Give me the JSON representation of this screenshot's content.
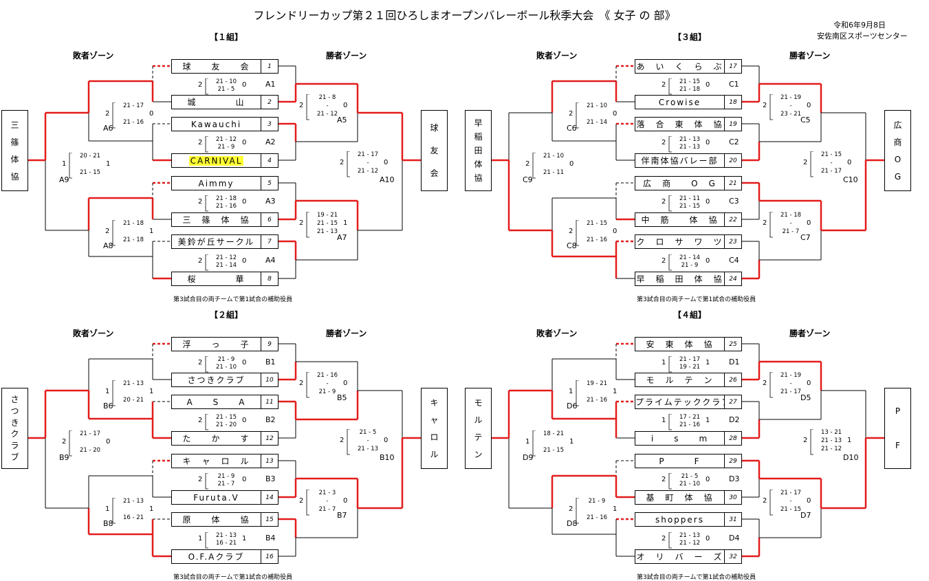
{
  "title": "フレンドリーカップ第２１回ひろしまオープンバレーボール秋季大会　《 女子 の 部》",
  "date": "令和6年9月8日",
  "venue": "安佐南区スポーツセンター",
  "zone_loser": "敗者ゾーン",
  "zone_winner": "勝者ゾーン",
  "note": "第3試合目の両チームで第1試合の補助役員",
  "colors": {
    "win_line": "#e31b1b",
    "lose_line": "#000000",
    "highlight": "#ffff33"
  },
  "groups": [
    {
      "name": "【１組】",
      "teams": [
        {
          "name": "球　　友　　会",
          "seed": "1"
        },
        {
          "name": "城　　　　山",
          "seed": "2"
        },
        {
          "name": "Kawauchi",
          "seed": "3"
        },
        {
          "name": "CARNIVAL",
          "seed": "4",
          "highlight": true
        },
        {
          "name": "Aimmy",
          "seed": "5"
        },
        {
          "name": "三　篠　体　協",
          "seed": "6"
        },
        {
          "name": "美鈴が丘サークル",
          "seed": "7"
        },
        {
          "name": "桜　　　　華",
          "seed": "8"
        }
      ],
      "first_round": [
        {
          "label": "A1",
          "score_l": "2",
          "score_r": "0",
          "sets": [
            "21 - 10",
            "21 - 5"
          ],
          "winner": "bottom"
        },
        {
          "label": "A2",
          "score_l": "2",
          "score_r": "0",
          "sets": [
            "21 - 12",
            "21 - 9"
          ],
          "winner": "top"
        },
        {
          "label": "A3",
          "score_l": "2",
          "score_r": "0",
          "sets": [
            "21 - 18",
            "21 - 16"
          ],
          "winner": "bottom"
        },
        {
          "label": "A4",
          "score_l": "2",
          "score_r": "0",
          "sets": [
            "21 - 12",
            "21 - 14"
          ],
          "winner": "top"
        }
      ],
      "winner_matches": [
        {
          "label": "A5",
          "score_l": "2",
          "score_r": "0",
          "sets": [
            "21 - 8",
            "-",
            "21 - 12"
          ],
          "winner": "top"
        },
        {
          "label": "A7",
          "score_l": "2",
          "score_r": "1",
          "sets": [
            "19 - 21",
            "21 - 15",
            "21 - 13"
          ],
          "winner": "top"
        }
      ],
      "winner_final": {
        "label": "A10",
        "score_l": "2",
        "score_r": "0",
        "sets": [
          "21 - 17",
          "-",
          "21 - 12"
        ],
        "winner": "top"
      },
      "loser_matches": [
        {
          "label": "A6",
          "score_l": "2",
          "score_r": "0",
          "sets": [
            "21 - 17",
            "",
            "21 - 16"
          ],
          "winner": "top"
        },
        {
          "label": "A8",
          "score_l": "2",
          "score_r": "1",
          "sets": [
            "21 - 18",
            "",
            "21 - 18"
          ],
          "winner": "top"
        }
      ],
      "loser_final": {
        "label": "A9",
        "score_l": "1",
        "score_r": "1",
        "sets": [
          "20 - 21",
          "",
          "21 - 15"
        ],
        "winner": "top"
      },
      "loser_champion": [
        "三",
        "篠",
        "体",
        "協"
      ],
      "winner_champion": [
        "球",
        "友",
        "会"
      ]
    },
    {
      "name": "【２組】",
      "teams": [
        {
          "name": "浮　　っ　　子",
          "seed": "9"
        },
        {
          "name": "さつきクラブ",
          "seed": "10"
        },
        {
          "name": "A　　S　　A",
          "seed": "11"
        },
        {
          "name": "た　　か　　す",
          "seed": "12"
        },
        {
          "name": "キ　ャ　ロ　ル",
          "seed": "13"
        },
        {
          "name": "Furuta.V",
          "seed": "14"
        },
        {
          "name": "原　　体　　協",
          "seed": "15"
        },
        {
          "name": "O.F.Aクラブ",
          "seed": "16"
        }
      ],
      "first_round": [
        {
          "label": "B1",
          "score_l": "2",
          "score_r": "0",
          "sets": [
            "21 - 9",
            "21 - 10"
          ],
          "winner": "bottom"
        },
        {
          "label": "B2",
          "score_l": "2",
          "score_r": "0",
          "sets": [
            "21 - 15",
            "21 - 20"
          ],
          "winner": "top"
        },
        {
          "label": "B3",
          "score_l": "2",
          "score_r": "0",
          "sets": [
            "21 - 9",
            "21 - 7"
          ],
          "winner": "bottom"
        },
        {
          "label": "B4",
          "score_l": "1",
          "score_r": "1",
          "sets": [
            "21 - 13",
            "16 - 21"
          ],
          "winner": "top"
        }
      ],
      "winner_matches": [
        {
          "label": "B5",
          "score_l": "2",
          "score_r": "0",
          "sets": [
            "21 - 16",
            "-",
            "21 - 9"
          ],
          "winner": "bottom"
        },
        {
          "label": "B7",
          "score_l": "2",
          "score_r": "0",
          "sets": [
            "21 - 3",
            "-",
            "21 - 7"
          ],
          "winner": "top"
        }
      ],
      "winner_final": {
        "label": "B10",
        "score_l": "2",
        "score_r": "0",
        "sets": [
          "21 - 5",
          "-",
          "21 - 13"
        ],
        "winner": "bottom"
      },
      "loser_matches": [
        {
          "label": "B6",
          "score_l": "1",
          "score_r": "1",
          "sets": [
            "21 - 13",
            "",
            "20 - 21"
          ],
          "winner": "bottom"
        },
        {
          "label": "B8",
          "score_l": "1",
          "score_r": "1",
          "sets": [
            "21 - 13",
            "",
            "16 - 21"
          ],
          "winner": "bottom"
        }
      ],
      "loser_final": {
        "label": "B9",
        "score_l": "2",
        "score_r": "0",
        "sets": [
          "21 - 17",
          "",
          "21 - 20"
        ],
        "winner": "top"
      },
      "loser_champion": [
        "さ",
        "つ",
        "き",
        "ク",
        "ラ",
        "ブ"
      ],
      "winner_champion": [
        "キ",
        "ャ",
        "ロ",
        "ル"
      ]
    },
    {
      "name": "【３組】",
      "teams": [
        {
          "name": "あ　い　く　ら　ぶ",
          "seed": "17"
        },
        {
          "name": "Crowise",
          "seed": "18"
        },
        {
          "name": "落　合　東　体　協",
          "seed": "19"
        },
        {
          "name": "伴南体協バレー部",
          "seed": "20"
        },
        {
          "name": "広　商　　O　G",
          "seed": "21"
        },
        {
          "name": "中　筋　　体　協",
          "seed": "22"
        },
        {
          "name": "ク　ロ　サ　ワ　ツ",
          "seed": "23"
        },
        {
          "name": "早　稲　田　体　協",
          "seed": "24"
        }
      ],
      "first_round": [
        {
          "label": "C1",
          "score_l": "2",
          "score_r": "0",
          "sets": [
            "21 - 15",
            "21 - 18"
          ],
          "winner": "bottom"
        },
        {
          "label": "C2",
          "score_l": "2",
          "score_r": "0",
          "sets": [
            "21 - 13",
            "21 - 13"
          ],
          "winner": "bottom"
        },
        {
          "label": "C3",
          "score_l": "2",
          "score_r": "0",
          "sets": [
            "21 - 11",
            "21 - 15"
          ],
          "winner": "top"
        },
        {
          "label": "C4",
          "score_l": "2",
          "score_r": "0",
          "sets": [
            "21 - 14",
            "21 - 9"
          ],
          "winner": "bottom"
        }
      ],
      "winner_matches": [
        {
          "label": "C5",
          "score_l": "2",
          "score_r": "0",
          "sets": [
            "21 - 19",
            "-",
            "23 - 21"
          ],
          "winner": "top"
        },
        {
          "label": "C7",
          "score_l": "2",
          "score_r": "0",
          "sets": [
            "21 - 18",
            "-",
            "21 - 7"
          ],
          "winner": "top"
        }
      ],
      "winner_final": {
        "label": "C10",
        "score_l": "2",
        "score_r": "0",
        "sets": [
          "21 - 15",
          "-",
          "21 - 17"
        ],
        "winner": "bottom"
      },
      "loser_matches": [
        {
          "label": "C6",
          "score_l": "2",
          "score_r": "0",
          "sets": [
            "21 - 10",
            "",
            "21 - 14"
          ],
          "winner": "top"
        },
        {
          "label": "C8",
          "score_l": "2",
          "score_r": "0",
          "sets": [
            "21 - 15",
            "",
            "21 - 16"
          ],
          "winner": "bottom"
        }
      ],
      "loser_final": {
        "label": "C9",
        "score_l": "2",
        "score_r": "0",
        "sets": [
          "21 - 10",
          "",
          "21 - 11"
        ],
        "winner": "bottom"
      },
      "loser_champion": [
        "早",
        "稲",
        "田",
        "体",
        "協"
      ],
      "winner_champion": [
        "広",
        "商",
        "O",
        "G"
      ]
    },
    {
      "name": "【４組】",
      "teams": [
        {
          "name": "安　東　体　協",
          "seed": "25"
        },
        {
          "name": "モ　ル　テ　ン",
          "seed": "26"
        },
        {
          "name": "プライムテッククラブ",
          "seed": "27"
        },
        {
          "name": "i　　s　　m",
          "seed": "28"
        },
        {
          "name": "P　　　F",
          "seed": "29"
        },
        {
          "name": "基　町　体　協",
          "seed": "30"
        },
        {
          "name": "shoppers",
          "seed": "31"
        },
        {
          "name": "オ　リ　バ　ー　ズ",
          "seed": "32"
        }
      ],
      "first_round": [
        {
          "label": "D1",
          "score_l": "1",
          "score_r": "1",
          "sets": [
            "21 - 17",
            "19 - 21"
          ],
          "winner": "bottom"
        },
        {
          "label": "D2",
          "score_l": "1",
          "score_r": "1",
          "sets": [
            "17 - 21",
            "21 - 16"
          ],
          "winner": "bottom"
        },
        {
          "label": "D3",
          "score_l": "2",
          "score_r": "0",
          "sets": [
            "21 - 5",
            "21 - 10"
          ],
          "winner": "top"
        },
        {
          "label": "D4",
          "score_l": "2",
          "score_r": "0",
          "sets": [
            "21 - 13",
            "21 - 12"
          ],
          "winner": "bottom"
        }
      ],
      "winner_matches": [
        {
          "label": "D5",
          "score_l": "2",
          "score_r": "0",
          "sets": [
            "21 - 19",
            "-",
            "21 - 17"
          ],
          "winner": "top"
        },
        {
          "label": "D7",
          "score_l": "2",
          "score_r": "0",
          "sets": [
            "21 - 17",
            "-",
            "21 - 15"
          ],
          "winner": "top"
        }
      ],
      "winner_final": {
        "label": "D10",
        "score_l": "2",
        "score_r": "1",
        "sets": [
          "13 - 21",
          "21 - 13",
          "21 - 12"
        ],
        "winner": "bottom"
      },
      "loser_matches": [
        {
          "label": "D6",
          "score_l": "1",
          "score_r": "1",
          "sets": [
            "19 - 21",
            "",
            "21 - 16"
          ],
          "winner": "bottom"
        },
        {
          "label": "D8",
          "score_l": "2",
          "score_r": "1",
          "sets": [
            "21 - 9",
            "",
            "21 - 16"
          ],
          "winner": "top"
        }
      ],
      "loser_final": {
        "label": "D9",
        "score_l": "1",
        "score_r": "1",
        "sets": [
          "18 - 21",
          "",
          "21 - 15"
        ],
        "winner": "top"
      },
      "loser_champion": [
        "モ",
        "ル",
        "テ",
        "ン"
      ],
      "winner_champion": [
        "P",
        "F"
      ]
    }
  ]
}
